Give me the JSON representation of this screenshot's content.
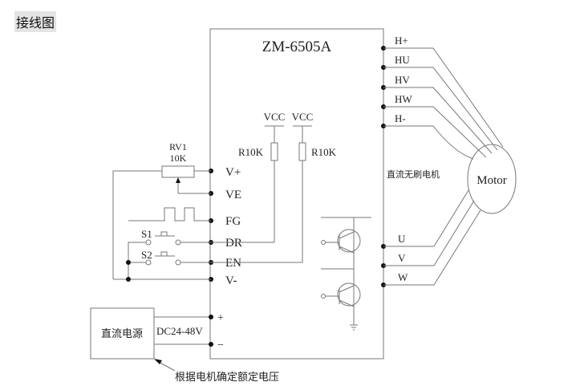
{
  "title": "接线图",
  "driver": {
    "model": "ZM-6505A",
    "left_pins": [
      "V+",
      "VE",
      "FG",
      "DR",
      "EN",
      "V-"
    ],
    "hall_pins": [
      "H+",
      "HU",
      "HV",
      "HW",
      "H-"
    ],
    "phase_pins": [
      "U",
      "V",
      "W"
    ],
    "power_pins": [
      "+",
      "−"
    ],
    "motor_type_label": "直流无刷电机"
  },
  "components": {
    "pot_name": "RV1",
    "pot_value": "10K",
    "vcc1": "VCC",
    "vcc2": "VCC",
    "r1": "R10K",
    "r2": "R10K",
    "switch1": "S1",
    "switch2": "S2",
    "motor": "Motor",
    "power_supply": "直流电源",
    "voltage": "DC24-48V",
    "note": "根据电机确定额定电压"
  }
}
